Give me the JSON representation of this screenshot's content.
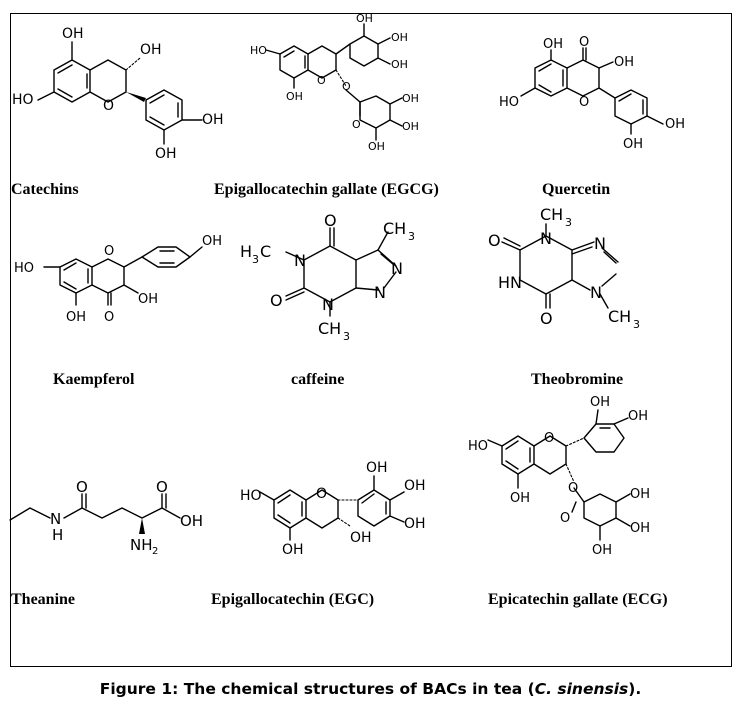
{
  "compounds": [
    {
      "name": "Catechins",
      "labels": {
        "oh_top": "OH",
        "oh_c3": "OH",
        "ho_left": "HO",
        "o_ring": "O",
        "oh_r1": "OH",
        "oh_r2": "OH"
      }
    },
    {
      "name": "Epigallocatechin gallate (EGCG)",
      "labels": {
        "ho_left": "HO",
        "o_ring": "O",
        "oh_a": "OH",
        "oh_b_top": "OH",
        "oh_b_right": "OH",
        "oh_b_low": "OH",
        "o_ester": "O",
        "o_carbonyl": "O",
        "oh_g1": "OH",
        "oh_g2": "OH",
        "oh_g3": "OH"
      }
    },
    {
      "name": "Quercetin",
      "labels": {
        "oh_top": "OH",
        "o_keto": "O",
        "oh_3": "OH",
        "ho_left": "HO",
        "o_ring": "O",
        "oh_r1": "OH",
        "oh_r2": "OH"
      }
    },
    {
      "name": "Kaempferol",
      "labels": {
        "oh_top": "OH",
        "ho_left": "HO",
        "o_ring": "O",
        "oh_5": "OH",
        "o_keto": "O",
        "oh_3": "OH"
      }
    },
    {
      "name": "caffeine",
      "labels": {
        "ch3_top": "CH",
        "ch3_top_sub": "3",
        "h3c": "H",
        "h3c_sub": "3",
        "h3c_c": "C",
        "n1": "N",
        "n7": "N",
        "n9": "N",
        "n3": "N",
        "o_top": "O",
        "o_left": "O",
        "ch3_bot": "CH",
        "ch3_bot_sub": "3"
      }
    },
    {
      "name": "Theobromine",
      "labels": {
        "ch3_top": "CH",
        "ch3_top_sub": "3",
        "n3": "N",
        "n9": "N",
        "o_top": "O",
        "hn": "HN",
        "n7": "N",
        "o_bot": "O",
        "ch3_bot": "CH",
        "ch3_bot_sub": "3"
      }
    },
    {
      "name": "Theanine",
      "labels": {
        "nh_n": "N",
        "nh_h": "H",
        "o_amide": "O",
        "o_acid": "O",
        "oh": "OH",
        "nh2": "NH",
        "nh2_sub": "2"
      }
    },
    {
      "name": "Epigallocatechin (EGC)",
      "labels": {
        "oh_b1": "OH",
        "oh_b2": "OH",
        "ho_left": "HO",
        "o_ring": "O",
        "oh_b3": "OH",
        "oh_a": "OH",
        "oh_3": "OH"
      }
    },
    {
      "name": "Epicatechin gallate (ECG)",
      "labels": {
        "oh_b1": "OH",
        "oh_b2": "OH",
        "ho_left": "HO",
        "o_ring": "O",
        "oh_a": "OH",
        "o_ester": "O",
        "o_carbonyl": "O",
        "oh_g1": "OH",
        "oh_g2": "OH",
        "oh_g3": "OH"
      }
    }
  ],
  "caption": {
    "prefix": "Figure 1: The chemical structures of BACs in tea (",
    "species": "C. sinensis",
    "suffix": ")."
  }
}
